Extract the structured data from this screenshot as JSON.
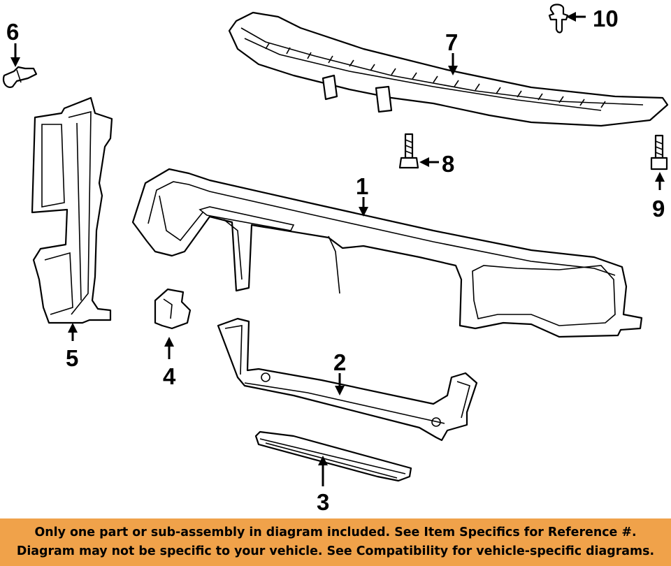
{
  "callouts": {
    "c1": "1",
    "c2": "2",
    "c3": "3",
    "c4": "4",
    "c5": "5",
    "c6": "6",
    "c7": "7",
    "c8": "8",
    "c9": "9",
    "c10": "10"
  },
  "banner": {
    "line1": "Only one part or sub-assembly in diagram included. See Item Specifics for Reference #.",
    "line2": "Diagram may not be specific to your vehicle. See Compatibility for vehicle-specific diagrams."
  },
  "colors": {
    "banner": "#f0a24a",
    "line": "#000000",
    "background": "#ffffff"
  }
}
